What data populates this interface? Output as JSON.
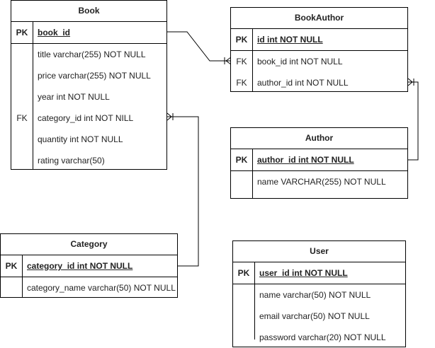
{
  "tables": {
    "book": {
      "title": "Book",
      "pk": {
        "key": "PK",
        "field": "book_id"
      },
      "rows": [
        {
          "key": "",
          "field": "title varchar(255) NOT NULL"
        },
        {
          "key": "",
          "field": "price varchar(255) NOT NULL"
        },
        {
          "key": "",
          "field": "year int NOT NULL"
        },
        {
          "key": "FK",
          "field": "category_id int NOT NILL"
        },
        {
          "key": "",
          "field": "quantity int NOT NULL"
        },
        {
          "key": "",
          "field": "rating varchar(50)"
        }
      ]
    },
    "bookauthor": {
      "title": "BookAuthor",
      "pk": {
        "key": "PK",
        "field": "id int NOT NULL"
      },
      "rows": [
        {
          "key": "FK",
          "field": "book_id int NOT NULL"
        },
        {
          "key": "FK",
          "field": "author_id int NOT NULL"
        }
      ]
    },
    "author": {
      "title": "Author",
      "pk": {
        "key": "PK",
        "field": "author_id int NOT NULL"
      },
      "rows": [
        {
          "key": "",
          "field": "name VARCHAR(255) NOT NULL"
        }
      ]
    },
    "category": {
      "title": "Category",
      "pk": {
        "key": "PK",
        "field": "category_id int NOT NULL"
      },
      "rows": [
        {
          "key": "",
          "field": "category_name varchar(50) NOT NULL"
        }
      ]
    },
    "user": {
      "title": "User",
      "pk": {
        "key": "PK",
        "field": "user_id int NOT NULL"
      },
      "rows": [
        {
          "key": "",
          "field": "name varchar(50) NOT NULL"
        },
        {
          "key": "",
          "field": "email varchar(50) NOT NULL"
        },
        {
          "key": "",
          "field": "password varchar(20) NOT NULL"
        }
      ]
    }
  },
  "relationships": [
    {
      "from": "book.book_id",
      "to": "bookauthor.book_id",
      "cardinality": "one-to-many"
    },
    {
      "from": "author.author_id",
      "to": "bookauthor.author_id",
      "cardinality": "one-to-many"
    },
    {
      "from": "category.category_id",
      "to": "book.category_id",
      "cardinality": "one-to-many"
    }
  ]
}
